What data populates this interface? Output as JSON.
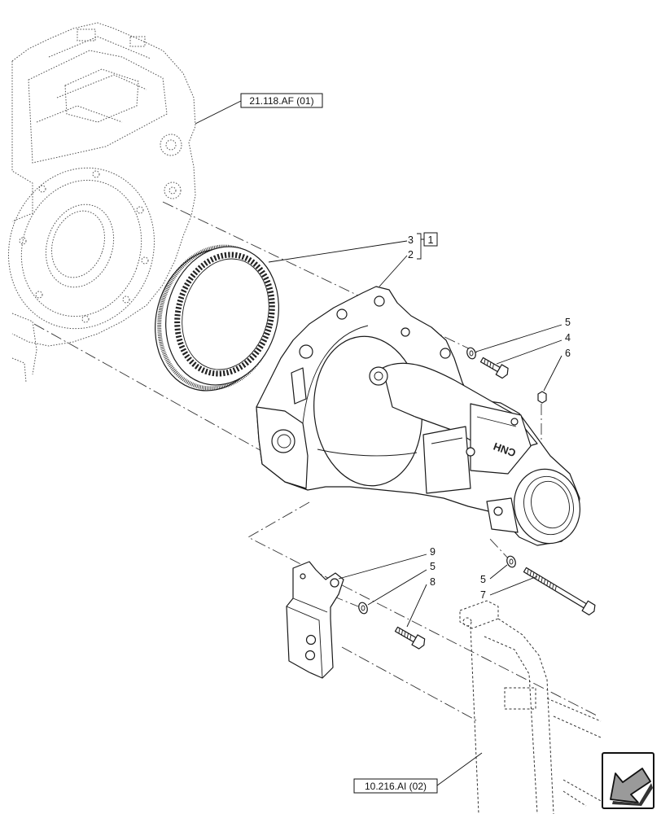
{
  "references": {
    "transmission": "21.118.AF (01)",
    "frame": "10.216.AI (02)"
  },
  "callouts": {
    "ring_gear": "3",
    "housing": "2",
    "kit": "1",
    "washer_top": "5",
    "bolt_top": "4",
    "plug": "6",
    "bracket": "9",
    "washer_bracket": "5",
    "bolt_bracket": "8",
    "washer_long": "5",
    "bolt_long": "7"
  },
  "housing_logo": "CNH",
  "icons": {
    "next_page": "next-page-arrow-icon"
  }
}
